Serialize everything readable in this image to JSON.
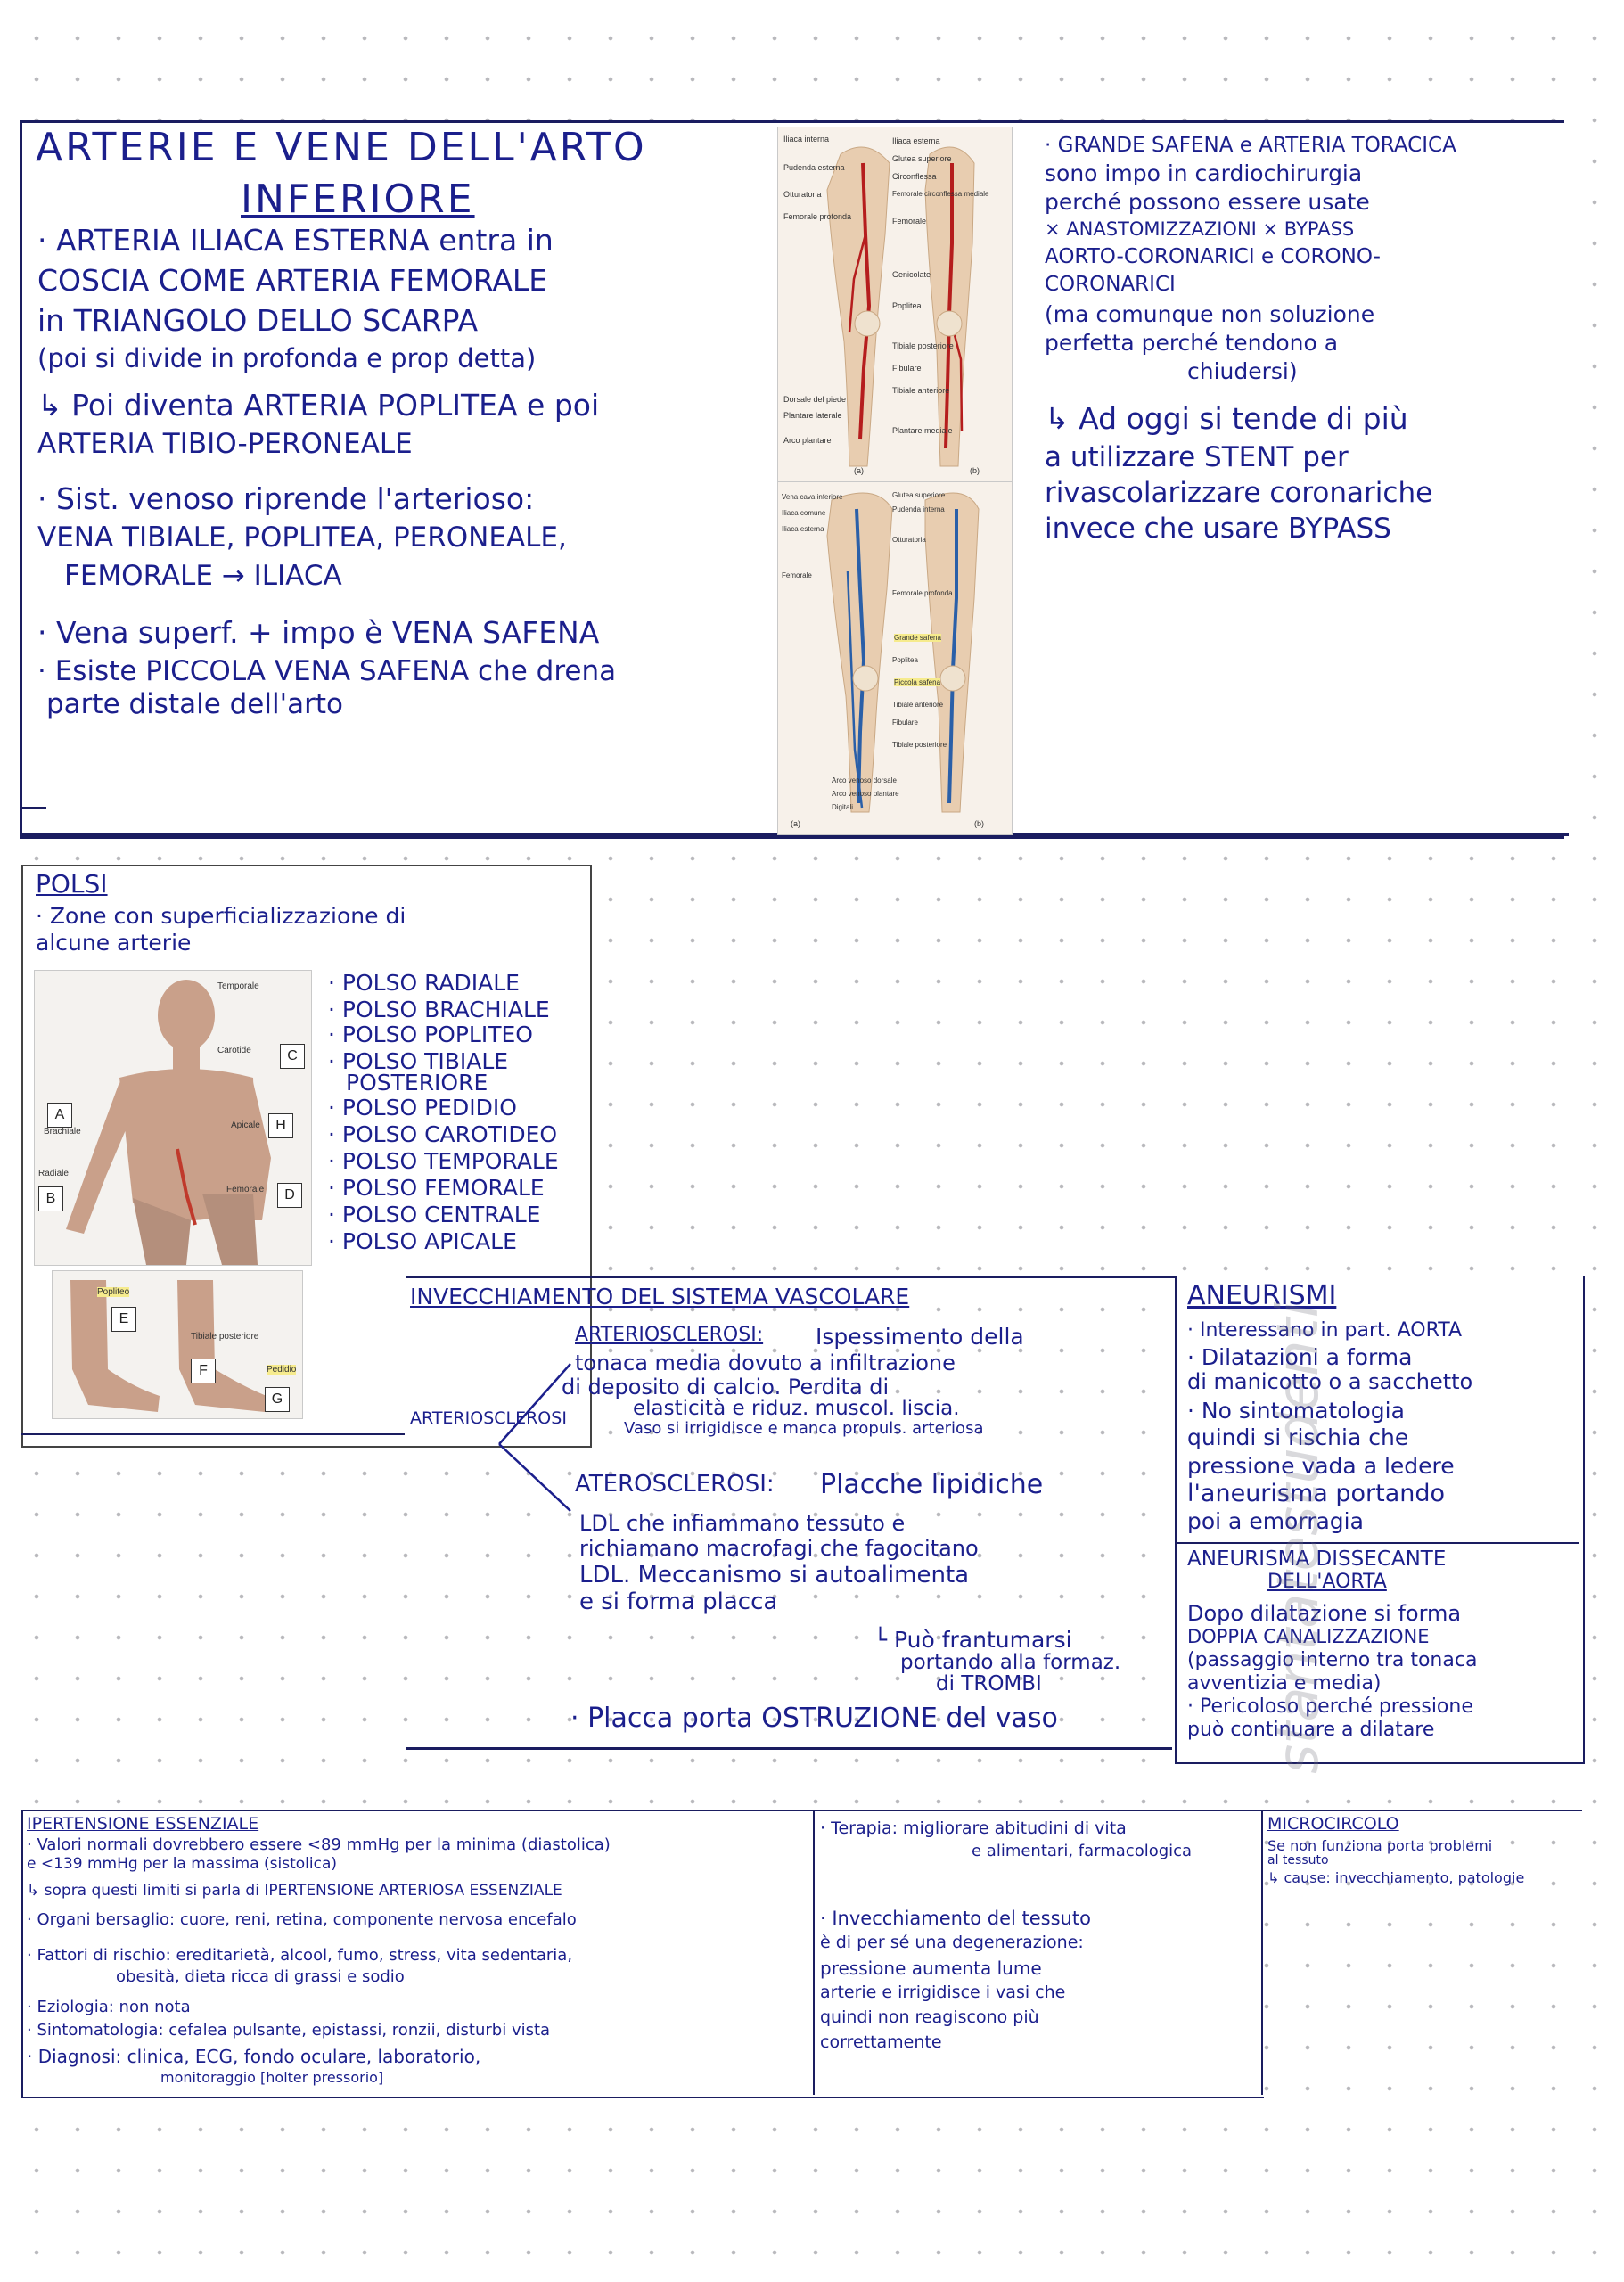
{
  "section1": {
    "title_line1": "ARTERIE E VENE DELL'ARTO",
    "title_line2": "INFERIORE",
    "left_lines": [
      "· ARTERIA ILIACA ESTERNA entra in",
      "COSCIA COME ARTERIA FEMORALE",
      "in TRIANGOLO DELLO SCARPA",
      "(poi si divide in profonda e prop detta)",
      "↳ Poi diventa ARTERIA POPLITEA e poi",
      "ARTERIA TIBIO-PERONEALE",
      "· Sist. venoso riprende l'arterioso:",
      "VENA TIBIALE, POPLITEA, PERONEALE,",
      "FEMORALE → ILIACA",
      "· Vena superf. + impo è VENA SAFENA",
      "· Esiste PICCOLA VENA SAFENA che drena",
      "parte distale dell'arto"
    ],
    "right_lines": [
      "· GRANDE SAFENA e ARTERIA TORACICA",
      "sono impo in cardiochirurgia",
      "perché possono essere usate",
      "× ANASTOMIZZAZIONI × BYPASS",
      "AORTO-CORONARICI e CORONO-",
      "CORONARICI",
      "(ma comunque non soluzione",
      "perfetta perché tendono a",
      "chiudersi)",
      "↳ Ad oggi si tende di più",
      "a utilizzare STENT per",
      "rivascolarizzare coronariche",
      "invece che usare BYPASS"
    ],
    "fig_arteries": {
      "labels_left": [
        "Iliaca interna",
        "Pudenda esterna",
        "Otturatoria",
        "Femorale profonda",
        "Dorsale del piede",
        "Plantare laterale",
        "Arco plantare"
      ],
      "labels_mid": [
        "Iliaca esterna",
        "Glutea superiore",
        "Circonflessa",
        "Femorale circonflessa mediale",
        "Femorale",
        "Genicolate",
        "Poplitea",
        "Tibiale posteriore",
        "Fibulare",
        "Tibiale anteriore",
        "Plantare mediale"
      ],
      "panel_a": "(a)",
      "panel_b": "(b)"
    },
    "fig_veins": {
      "labels_left": [
        "Vena cava inferiore",
        "Iliaca comune",
        "Iliaca esterna",
        "Femorale",
        "Grande safena",
        "Piccola safena"
      ],
      "labels_mid": [
        "Glutea superiore",
        "Pudenda interna",
        "Otturatoria",
        "Femorale profonda",
        "Poplitea",
        "Tibiale anteriore",
        "Fibulare",
        "Tibiale posteriore",
        "Arco venoso dorsale",
        "Arco venoso plantare",
        "Digitali"
      ],
      "panel_a": "(a)",
      "panel_b": "(b)"
    }
  },
  "polsi": {
    "title": "POLSI",
    "subtitle_1": "· Zone con superficializzazione di",
    "subtitle_2": "alcune arterie",
    "items": [
      "· POLSO RADIALE",
      "· POLSO BRACHIALE",
      "· POLSO POPLITEO",
      "· POLSO TIBIALE",
      "POSTERIORE",
      "· POLSO PEDIDIO",
      "· POLSO CAROTIDEO",
      "· POLSO TEMPORALE",
      "· POLSO FEMORALE",
      "· POLSO CENTRALE",
      "· POLSO APICALE"
    ],
    "figure_labels": {
      "temporale": "Temporale",
      "carotide": "Carotide",
      "brachiale": "Brachiale",
      "apicale": "Apicale",
      "radiale": "Radiale",
      "femorale": "Femorale",
      "popliteo": "Popliteo",
      "tibiale": "Tibiale posteriore",
      "pedidio": "Pedidio"
    },
    "letters": [
      "A",
      "B",
      "C",
      "D",
      "E",
      "F",
      "G",
      "H"
    ]
  },
  "invecchiamento": {
    "title": "INVECCHIAMENTO DEL SISTEMA VASCOLARE",
    "root": "ARTERIOSCLEROSI",
    "arterio_head": "ARTERIOSCLEROSI:",
    "arterio_lines": [
      "Ispessimento della",
      "tonaca media dovuto a infiltrazione",
      "di deposito di calcio. Perdita di",
      "elasticità e riduz. muscol. liscia.",
      "Vaso si irrigidisce e manca propuls. arteriosa"
    ],
    "atero_head": "ATEROSCLEROSI:",
    "atero_title_rest": "Placche lipidiche",
    "atero_lines": [
      "LDL che infiammano tessuto e",
      "richiamano macrofagi che fagocitano",
      "LDL. Meccanismo si autoalimenta",
      "e si forma placca"
    ],
    "trombi_lines": [
      "└ Può frantumarsi",
      "portando alla formaz.",
      "di TROMBI"
    ],
    "ostruzione": "· Placca porta OSTRUZIONE del vaso"
  },
  "aneurismi": {
    "title": "ANEURISMI",
    "lines": [
      "· Interessano in part. AORTA",
      "· Dilatazioni a forma",
      "di manicotto o a sacchetto",
      "· No sintomatologia",
      "quindi si rischia che",
      "pressione vada a ledere",
      "l'aneurisma portando",
      "poi a emorragia"
    ],
    "dissecante_title_1": "ANEURISMA DISSECANTE",
    "dissecante_title_2": "DELL'AORTA",
    "dissecante_lines": [
      "Dopo dilatazione si forma",
      "DOPPIA CANALIZZAZIONE",
      "(passaggio interno tra tonaca",
      "avventizia e media)",
      "· Pericoloso perché pressione",
      "può continuare a dilatare"
    ]
  },
  "ipertensione": {
    "title": "IPERTENSIONE ESSENZIALE",
    "lines": [
      "· Valori normali dovrebbero essere <89 mmHg per la minima (diastolica)",
      "e <139 mmHg per la massima (sistolica)",
      "↳ sopra questi limiti si parla di IPERTENSIONE ARTERIOSA ESSENZIALE",
      "· Organi bersaglio: cuore, reni, retina, componente nervosa encefalo",
      "· Fattori di rischio: ereditarietà, alcool, fumo, stress, vita sedentaria,",
      "obesità, dieta ricca di grassi e sodio",
      "· Eziologia: non nota",
      "· Sintomatologia: cefalea pulsante, epistassi, ronzii, disturbi vista",
      "· Diagnosi: clinica, ECG, fondo oculare, laboratorio,",
      "monitoraggio [holter pressorio]"
    ],
    "terapia_lines": [
      "· Terapia: migliorare abitudini di vita",
      "e alimentari, farmacologica"
    ],
    "invecchiamento_lines": [
      "· Invecchiamento del tessuto",
      "è di per sé una degenerazione:",
      "pressione aumenta lume",
      "arterie e irrigidisce i vasi che",
      "quindi non reagiscono più",
      "correttamente"
    ]
  },
  "microcircolo": {
    "title": "MICROCIRCOLO",
    "lines": [
      "Se non funziona porta problemi",
      "al tessuto",
      "↳ cause: invecchiamento, patologie"
    ]
  },
  "watermark": "stantatestudenti"
}
